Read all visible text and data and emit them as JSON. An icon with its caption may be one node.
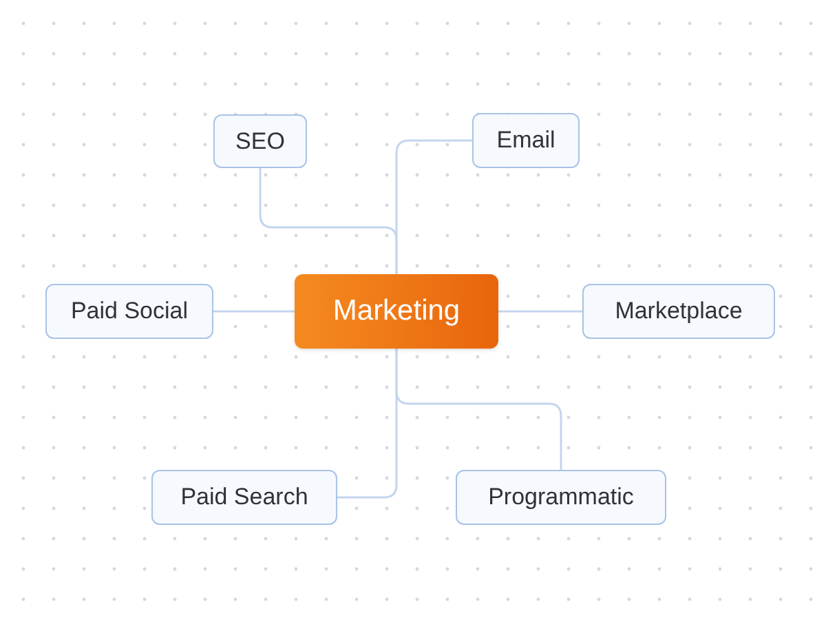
{
  "diagram": {
    "nodes": [
      {
        "text": [
          "SEO"
        ]
      },
      {
        "text": [
          "Email"
        ]
      },
      {
        "text": [
          "Paid Social"
        ]
      },
      {
        "text": [
          "Marketing"
        ]
      },
      {
        "text": [
          "Marketplace"
        ]
      },
      {
        "text": [
          "Paid Search"
        ]
      },
      {
        "text": [
          "Programmatic"
        ]
      }
    ],
    "edges": [
      {
        "from": 3,
        "to": 0,
        "arrow": "none"
      },
      {
        "from": 3,
        "to": 1,
        "arrow": "none"
      },
      {
        "from": 3,
        "to": 2,
        "arrow": "none"
      },
      {
        "from": 3,
        "to": 4,
        "arrow": "none"
      },
      {
        "from": 3,
        "to": 5,
        "arrow": "none"
      },
      {
        "from": 3,
        "to": 6,
        "arrow": "none"
      }
    ]
  }
}
